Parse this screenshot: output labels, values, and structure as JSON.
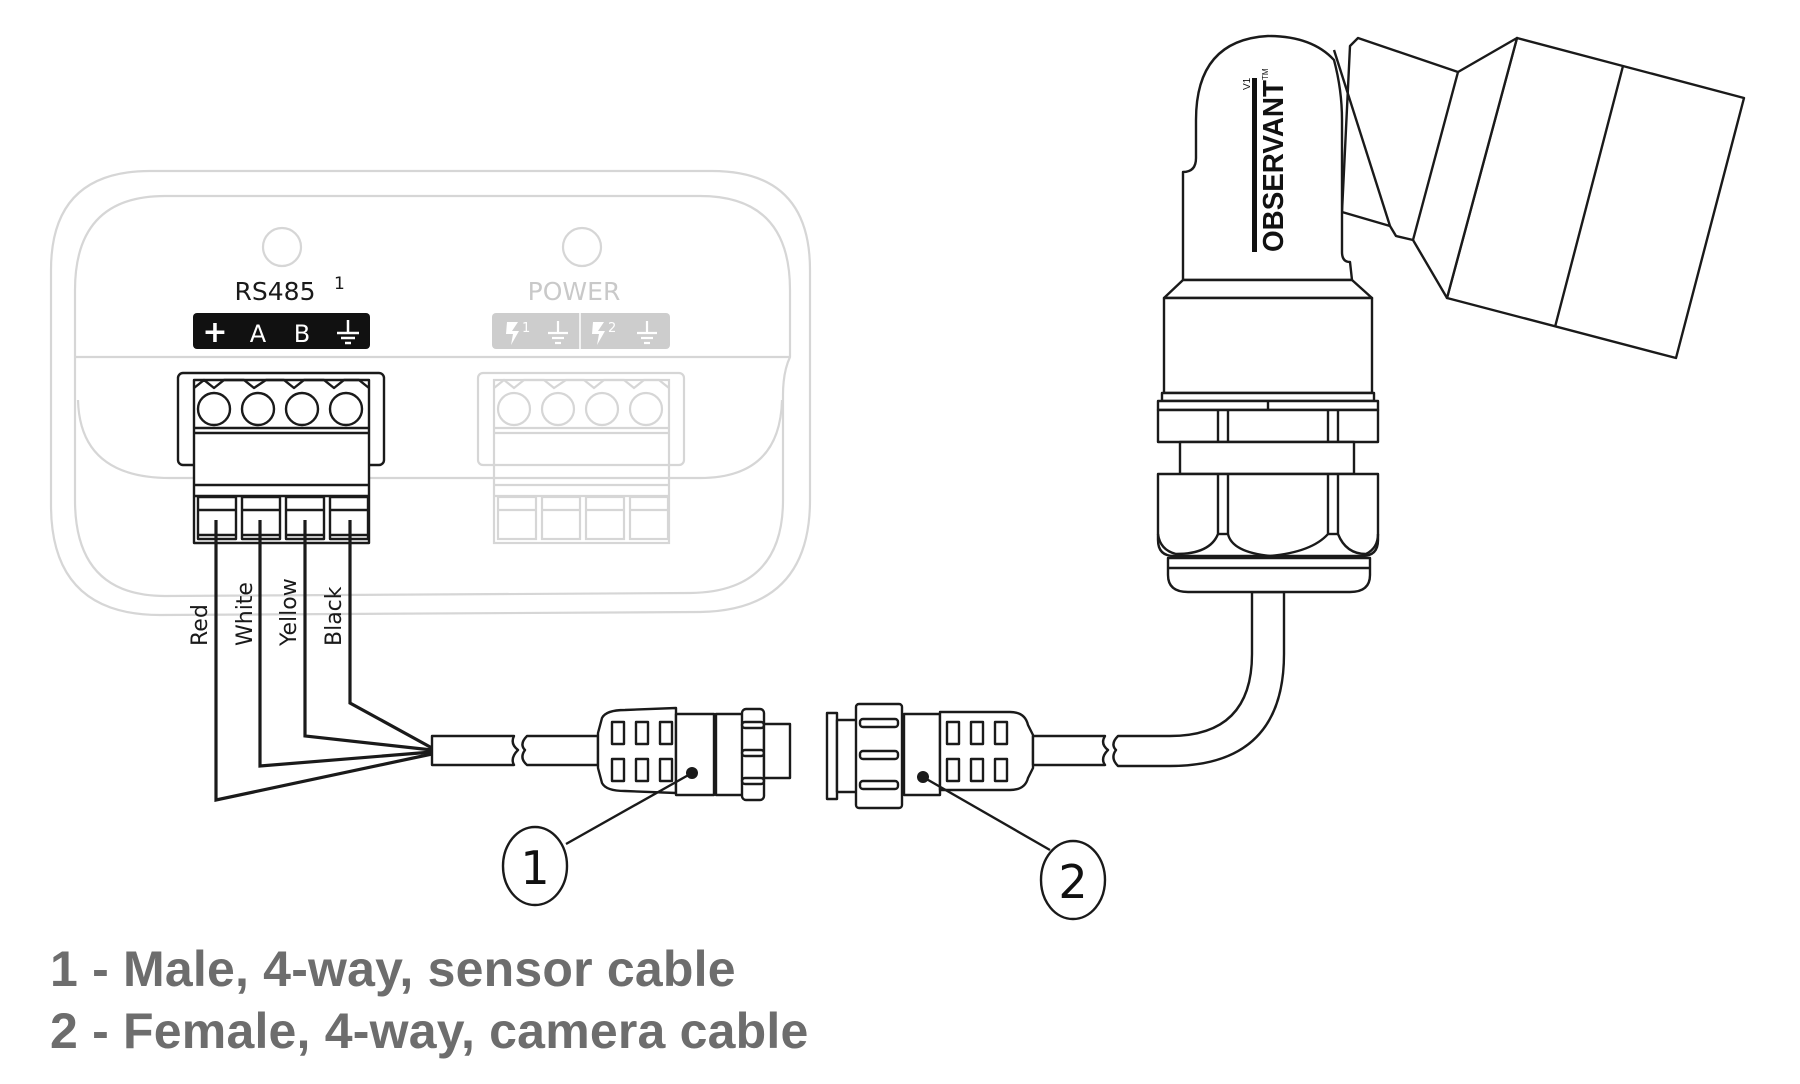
{
  "diagram": {
    "title": "RS485 sensor cable to camera cable connection",
    "interface_panel": {
      "rs485": {
        "label": "RS485",
        "footnote": "1",
        "pins": [
          "+",
          "A",
          "B",
          "⏚"
        ],
        "state": "active"
      },
      "power": {
        "label": "POWER",
        "pins": [
          {
            "symbol": "⚡",
            "index": "1"
          },
          {
            "symbol": "⏚",
            "index": ""
          },
          {
            "symbol": "⚡",
            "index": "2"
          },
          {
            "symbol": "⏚",
            "index": ""
          }
        ],
        "state": "inactive"
      }
    },
    "wires": [
      {
        "pin": "+",
        "color_name": "Red"
      },
      {
        "pin": "A",
        "color_name": "White"
      },
      {
        "pin": "B",
        "color_name": "Yellow"
      },
      {
        "pin": "⏚",
        "color_name": "Black"
      }
    ],
    "camera": {
      "brand": "OBSERVANT",
      "model": "V1",
      "trademark": "TM"
    },
    "callouts": [
      {
        "number": "1",
        "description": "1 - Male, 4-way, sensor cable"
      },
      {
        "number": "2",
        "description": "2 - Female, 4-way, camera cable"
      }
    ]
  },
  "colors": {
    "ink": "#1a1a1a",
    "faint": "#d6d6d6",
    "inactive_label": "#c9c9c9",
    "legend_text": "#6d6d6d"
  }
}
